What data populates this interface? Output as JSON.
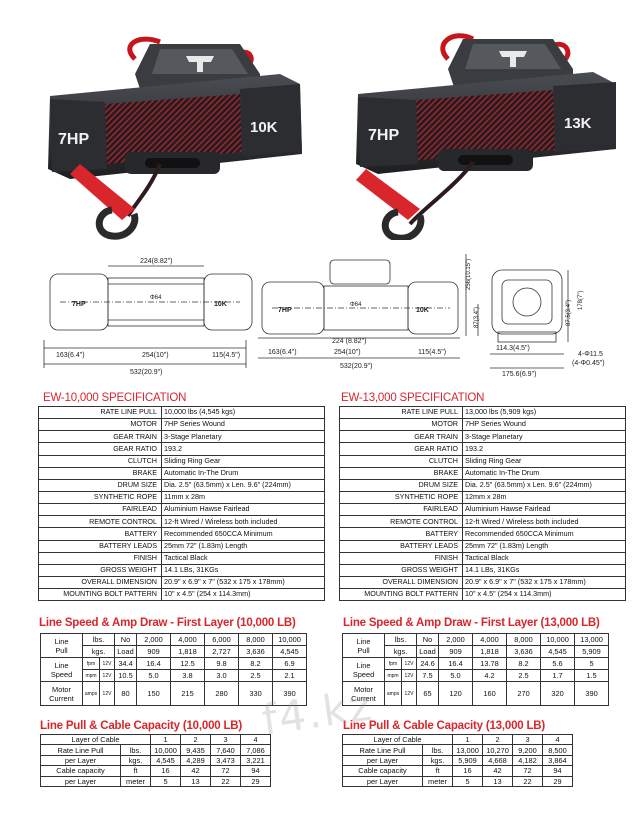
{
  "photos": {
    "left": {
      "motor_label": "7HP",
      "capacity_label": "10K"
    },
    "right": {
      "motor_label": "7HP",
      "capacity_label": "13K"
    }
  },
  "drawing": {
    "front_labels": [
      "224(8.82\")",
      "7HP",
      "Φ64",
      "10K",
      "163(6.4\")",
      "254(10\")",
      "115(4.5\")",
      "532(20.9\")"
    ],
    "front2_labels": [
      "7HP",
      "Φ64",
      "10K",
      "224 (8.82\")",
      "163(6.4\")",
      "254(10\")",
      "115(4.5\")",
      "532(20.9\")",
      "87(3.4\")",
      "256(10.15\")"
    ],
    "side_labels": [
      "87.5(3.4\")",
      "178(7\")",
      "114.3(4.5\")",
      "4-Φ11.5",
      "(4-Φ0.45\")",
      "175.6(6.9\")"
    ]
  },
  "spec_10k": {
    "title": "EW-10,000 SPECIFICATION",
    "rows": [
      [
        "RATE LINE PULL",
        "10,000 lbs (4,545 kgs)"
      ],
      [
        "MOTOR",
        "7HP Series Wound"
      ],
      [
        "GEAR TRAIN",
        "3-Stage Planetary"
      ],
      [
        "GEAR RATIO",
        "193.2"
      ],
      [
        "CLUTCH",
        "Sliding Ring Gear"
      ],
      [
        "BRAKE",
        "Automatic In-The Drum"
      ],
      [
        "DRUM SIZE",
        "Dia. 2.5\" (63.5mm) x Len. 9.6\" (224mm)"
      ],
      [
        "SYNTHETIC ROPE",
        "11mm x 28m"
      ],
      [
        "FAIRLEAD",
        "Aluminium Hawse Fairlead"
      ],
      [
        "REMOTE CONTROL",
        "12-ft Wired / Wireless both included"
      ],
      [
        "BATTERY",
        "Recommended 650CCA Minimum"
      ],
      [
        "BATTERY LEADS",
        "25mm 72\" (1.83m) Length"
      ],
      [
        "FINISH",
        "Tactical Black"
      ],
      [
        "GROSS WEIGHT",
        "14.1 LBs, 31KGs"
      ],
      [
        "OVERALL DIMENSION",
        "20.9\" x 6.9\" x 7\" (532 x 175 x 178mm)"
      ],
      [
        "MOUNTING BOLT PATTERN",
        "10\" x 4.5\" (254 x 114.3mm)"
      ]
    ]
  },
  "spec_13k": {
    "title": "EW-13,000 SPECIFICATION",
    "rows": [
      [
        "RATE LINE PULL",
        "13,000 lbs (5,909 kgs)"
      ],
      [
        "MOTOR",
        "7HP Series Wound"
      ],
      [
        "GEAR TRAIN",
        "3-Stage Planetary"
      ],
      [
        "GEAR RATIO",
        "193.2"
      ],
      [
        "CLUTCH",
        "Sliding Ring Gear"
      ],
      [
        "BRAKE",
        "Automatic In-The Drum"
      ],
      [
        "DRUM SIZE",
        "Dia. 2.5\" (63.5mm) x Len. 9.6\" (224mm)"
      ],
      [
        "SYNTHETIC ROPE",
        "12mm x 28m"
      ],
      [
        "FAIRLEAD",
        "Aluminium Hawse Fairlead"
      ],
      [
        "REMOTE CONTROL",
        "12-ft Wired / Wireless both included"
      ],
      [
        "BATTERY",
        "Recommended 650CCA Minimum"
      ],
      [
        "BATTERY LEADS",
        "25mm 72\" (1.83m) Length"
      ],
      [
        "FINISH",
        "Tactical Black"
      ],
      [
        "GROSS WEIGHT",
        "14.1 LBs, 31KGs"
      ],
      [
        "OVERALL DIMENSION",
        "20.9\" x 6.9\" x 7\" (532 x 175 x 178mm)"
      ],
      [
        "MOUNTING BOLT PATTERN",
        "10\" x 4.5\" (254 x 114.3mm)"
      ]
    ]
  },
  "speed_10k": {
    "title": "Line Speed & Amp Draw - First Layer (10,000 LB)",
    "line_pull_label": [
      "Line",
      "Pull"
    ],
    "lbs_label": "lbs.",
    "kgs_label": "kgs.",
    "no_label": "No",
    "load_label": "Load",
    "lbs": [
      "2,000",
      "4,000",
      "6,000",
      "8,000",
      "10,000"
    ],
    "kgs": [
      "909",
      "1,818",
      "2,727",
      "3,636",
      "4,545"
    ],
    "line_speed_label": [
      "Line",
      "Speed"
    ],
    "fpm_label": "fpm",
    "mpm_label": "mpm",
    "volt_label": "12V",
    "fpm_noload": "34.4",
    "fpm": [
      "16.4",
      "12.5",
      "9.8",
      "8.2",
      "6.9"
    ],
    "mpm_noload": "10.5",
    "mpm": [
      "5.0",
      "3.8",
      "3.0",
      "2.5",
      "2.1"
    ],
    "motor_current_label": [
      "Motor",
      "Current"
    ],
    "amps_label": "amps",
    "amps_noload": "80",
    "amps": [
      "150",
      "215",
      "280",
      "330",
      "390"
    ]
  },
  "speed_13k": {
    "title": "Line Speed & Amp Draw - First Layer (13,000 LB)",
    "line_pull_label": [
      "Line",
      "Pull"
    ],
    "lbs_label": "lbs.",
    "kgs_label": "kgs.",
    "no_label": "No",
    "load_label": "Load",
    "lbs": [
      "2,000",
      "4,000",
      "8,000",
      "10,000",
      "13,000"
    ],
    "kgs": [
      "909",
      "1,818",
      "3,636",
      "4,545",
      "5,909"
    ],
    "line_speed_label": [
      "Line",
      "Speed"
    ],
    "fpm_label": "fpm",
    "mpm_label": "mpm",
    "volt_label": "12V",
    "fpm_noload": "24.6",
    "fpm": [
      "16.4",
      "13.78",
      "8.2",
      "5.6",
      "5"
    ],
    "mpm_noload": "7.5",
    "mpm": [
      "5.0",
      "4.2",
      "2.5",
      "1.7",
      "1.5"
    ],
    "motor_current_label": [
      "Motor",
      "Current"
    ],
    "amps_label": "amps",
    "amps_noload": "65",
    "amps": [
      "120",
      "160",
      "270",
      "320",
      "390"
    ]
  },
  "cap_10k": {
    "title": "Line Pull & Cable Capacity (10,000 LB)",
    "layer_label": "Layer of Cable",
    "layers": [
      "1",
      "2",
      "3",
      "4"
    ],
    "rate_label": [
      "Rate Line Pull",
      "per Layer"
    ],
    "cable_label": [
      "Cable capacity",
      "per Layer"
    ],
    "lbs_unit": "lbs.",
    "kgs_unit": "kgs.",
    "ft_unit": "ft",
    "meter_unit": "meter",
    "lbs": [
      "10,000",
      "9,435",
      "7,640",
      "7,086"
    ],
    "kgs": [
      "4,545",
      "4,289",
      "3,473",
      "3,221"
    ],
    "ft": [
      "16",
      "42",
      "72",
      "94"
    ],
    "meter": [
      "5",
      "13",
      "22",
      "29"
    ]
  },
  "cap_13k": {
    "title": "Line Pull & Cable Capacity (13,000 LB)",
    "layer_label": "Layer of Cable",
    "layers": [
      "1",
      "2",
      "3",
      "4"
    ],
    "rate_label": [
      "Rate Line Pull",
      "per Layer"
    ],
    "cable_label": [
      "Cable capacity",
      "per Layer"
    ],
    "lbs_unit": "lbs.",
    "kgs_unit": "kgs.",
    "ft_unit": "ft",
    "meter_unit": "meter",
    "lbs": [
      "13,000",
      "10,270",
      "9,200",
      "8,500"
    ],
    "kgs": [
      "5,909",
      "4,668",
      "4,182",
      "3,864"
    ],
    "ft": [
      "16",
      "42",
      "72",
      "94"
    ],
    "meter": [
      "5",
      "13",
      "22",
      "29"
    ]
  },
  "watermark": "f4.kz",
  "colors": {
    "accent_red": "#d8262c",
    "winch_body": "#2b2d30",
    "rope": "#3a1e22"
  }
}
